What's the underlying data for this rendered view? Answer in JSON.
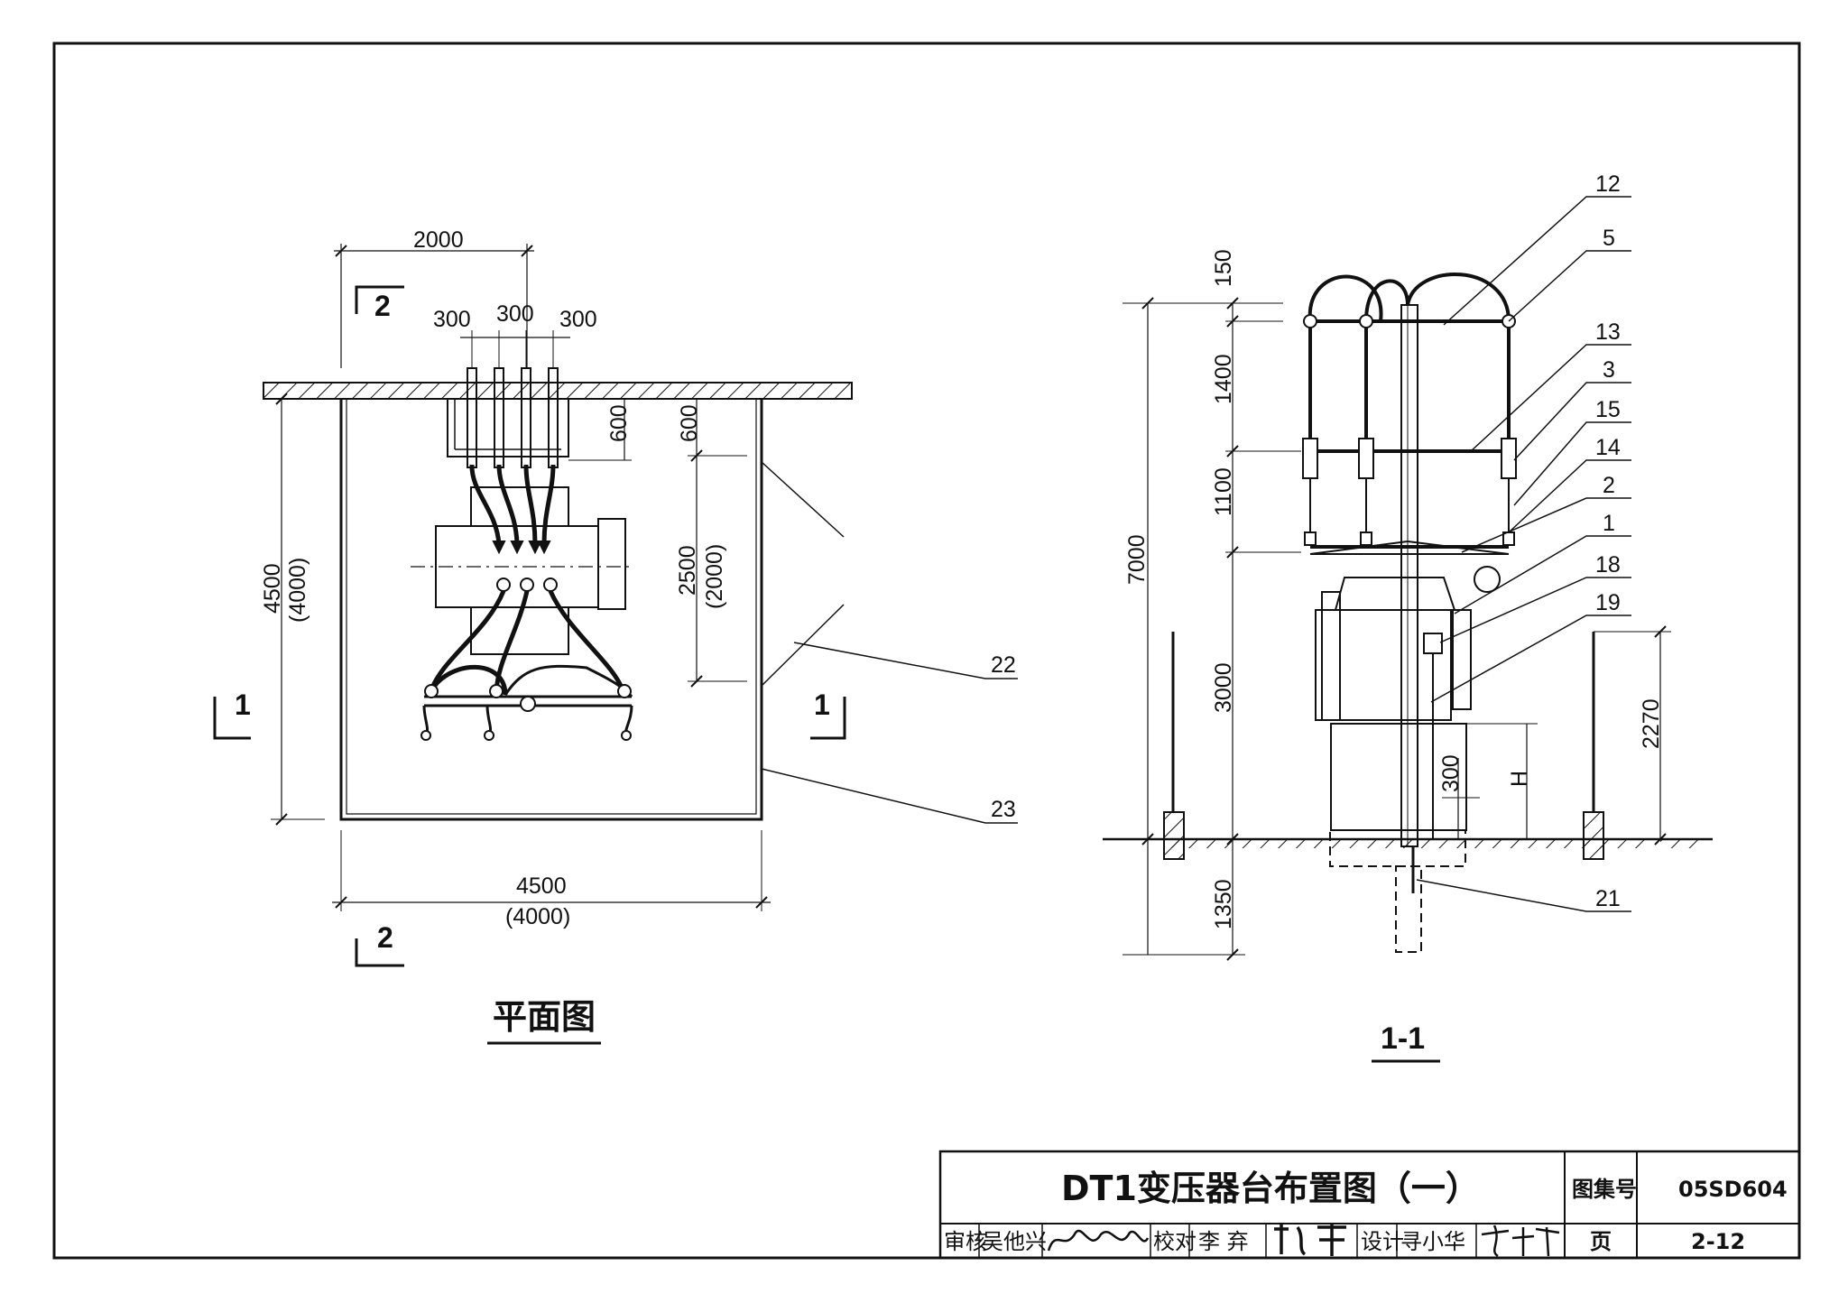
{
  "plan": {
    "title": "平面图",
    "dims": {
      "top_width": "2000",
      "spacing_1": "300",
      "spacing_2": "300",
      "spacing_3": "300",
      "bracket": "600",
      "right_upper": "600",
      "right_mid": "2500",
      "right_mid_alt": "(2000)",
      "left_height": "4500",
      "left_height_alt": "(4000)",
      "bottom_width": "4500",
      "bottom_width_alt": "(4000)"
    },
    "section_marks": {
      "top": "2",
      "bottom": "2",
      "left": "1",
      "right": "1"
    },
    "callouts": [
      "22",
      "23"
    ]
  },
  "elevation": {
    "title": "1-1",
    "dims": {
      "d150": "150",
      "d1400": "1400",
      "d1100": "1100",
      "d7000": "7000",
      "d3000": "3000",
      "d1350": "1350",
      "d300": "300",
      "dH": "H",
      "d2270": "2270"
    },
    "callouts": [
      "12",
      "5",
      "13",
      "3",
      "15",
      "14",
      "2",
      "1",
      "18",
      "19",
      "21"
    ]
  },
  "title_block": {
    "drawing_title": "DT1变压器台布置图（一）",
    "atlas_label": "图集号",
    "atlas_no": "05SD604",
    "page_label": "页",
    "page_no": "2-12",
    "review_label": "审核",
    "reviewer": "吴他兴",
    "check_label": "校对",
    "checker": "李 弃",
    "design_label": "设计",
    "designer": "寻小华"
  }
}
